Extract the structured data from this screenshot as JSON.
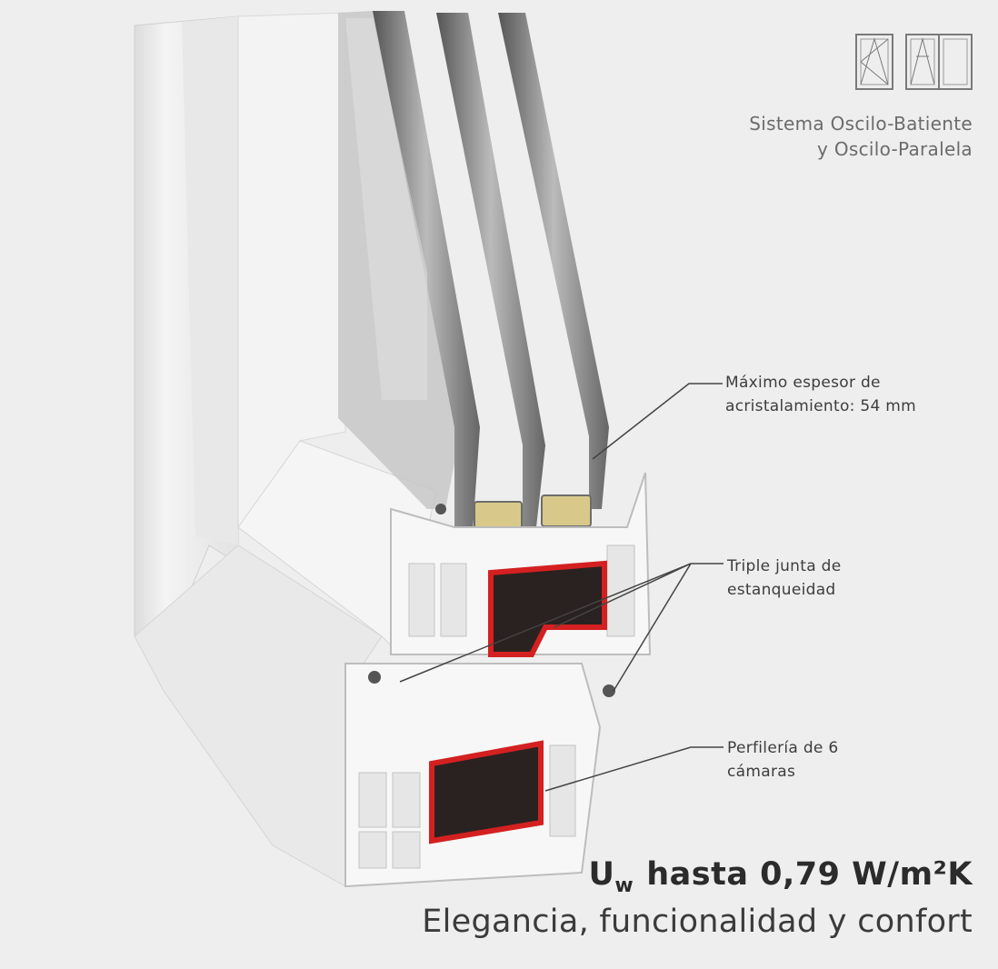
{
  "system": {
    "line1": "Sistema Oscilo-Batiente",
    "line2": "y Oscilo-Paralela"
  },
  "callouts": {
    "glazing": {
      "line1": "Máximo espesor de",
      "line2": "acristalamiento: 54 mm"
    },
    "gaskets": {
      "line1": "Triple junta de",
      "line2": "estanqueidad"
    },
    "chambers": {
      "line1": "Perfilería de 6",
      "line2": "cámaras"
    }
  },
  "headline": {
    "symbol": "U",
    "subscript": "w",
    "text": "hasta 0,79 W/m²K"
  },
  "tagline": "Elegancia, funcionalidad y confort",
  "icons": [
    "tilt-turn-window-icon",
    "tilt-slide-window-icon"
  ],
  "colors": {
    "background": "#eeeeee",
    "profile": "#f7f7f7",
    "reinforcement": "#d42020",
    "chamber-dark": "#2a2220",
    "spacer": "#d8c98a"
  }
}
